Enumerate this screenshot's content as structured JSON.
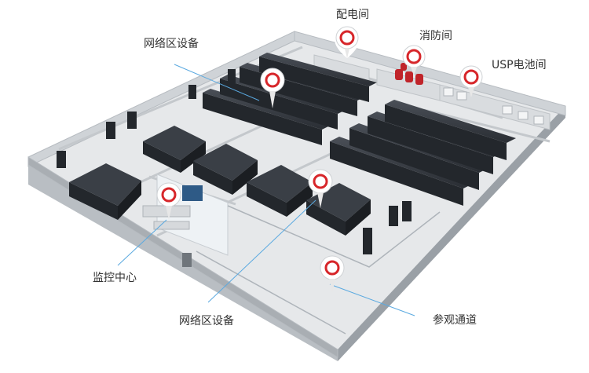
{
  "labels": {
    "power_room": "配电间",
    "fire_room": "消防间",
    "ups_room": "USP电池间",
    "network_top": "网络区设备",
    "monitor_center": "监控中心",
    "network_bottom": "网络区设备",
    "visit_corridor": "参观通道"
  },
  "colors": {
    "pin": "#d7262a",
    "leader": "#5aa9e0",
    "rack": "#262a30",
    "floor": "#e2e5e8"
  }
}
